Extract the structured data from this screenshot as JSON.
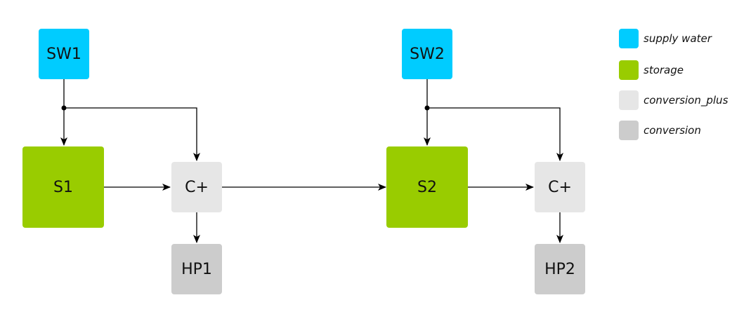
{
  "colors": {
    "supply_water": "#00ccff",
    "storage": "#99cc00",
    "conversion_plus": "#e6e6e6",
    "conversion": "#cccccc",
    "edge": "#000000"
  },
  "nodes": {
    "sw1": {
      "label": "SW1",
      "type": "supply_water"
    },
    "s1": {
      "label": "S1",
      "type": "storage"
    },
    "cp1": {
      "label": "C+",
      "type": "conversion_plus"
    },
    "hp1": {
      "label": "HP1",
      "type": "conversion"
    },
    "sw2": {
      "label": "SW2",
      "type": "supply_water"
    },
    "s2": {
      "label": "S2",
      "type": "storage"
    },
    "cp2": {
      "label": "C+",
      "type": "conversion_plus"
    },
    "hp2": {
      "label": "HP2",
      "type": "conversion"
    }
  },
  "edges": [
    {
      "from": "sw1",
      "to": "s1"
    },
    {
      "from": "sw1",
      "to": "cp1"
    },
    {
      "from": "s1",
      "to": "cp1"
    },
    {
      "from": "cp1",
      "to": "hp1"
    },
    {
      "from": "cp1",
      "to": "s2"
    },
    {
      "from": "sw2",
      "to": "s2"
    },
    {
      "from": "sw2",
      "to": "cp2"
    },
    {
      "from": "s2",
      "to": "cp2"
    },
    {
      "from": "cp2",
      "to": "hp2"
    }
  ],
  "legend": {
    "items": [
      {
        "label": "supply water",
        "type": "supply_water"
      },
      {
        "label": "storage",
        "type": "storage"
      },
      {
        "label": "conversion_plus",
        "type": "conversion_plus"
      },
      {
        "label": "conversion",
        "type": "conversion"
      }
    ]
  }
}
